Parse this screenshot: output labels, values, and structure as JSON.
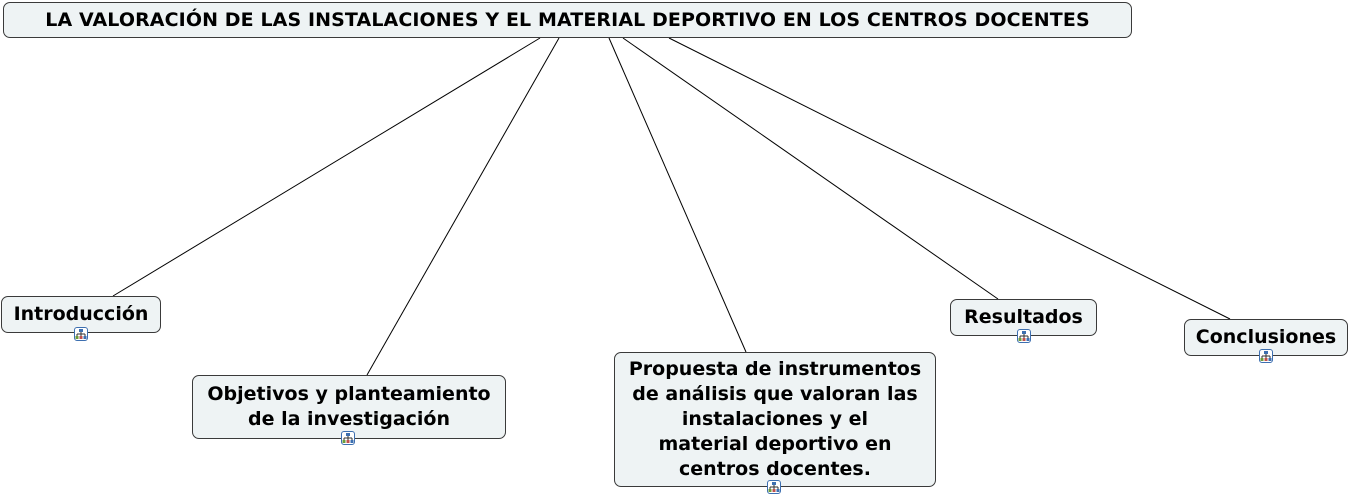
{
  "root": {
    "label": "LA VALORACIÓN DE LAS INSTALACIONES Y EL MATERIAL DEPORTIVO EN LOS CENTROS DOCENTES"
  },
  "children": [
    {
      "id": "introduccion",
      "label": "Introducción",
      "icon": "submap-icon"
    },
    {
      "id": "objetivos",
      "label": "Objetivos y planteamiento de la investigación",
      "lines": [
        "Objetivos y planteamiento",
        "de la investigación"
      ],
      "icon": "submap-icon"
    },
    {
      "id": "propuesta",
      "label": "Propuesta de instrumentos de análisis que valoran las instalaciones y el material deportivo en centros docentes.",
      "lines": [
        "Propuesta de instrumentos",
        "de análisis que valoran las",
        "instalaciones y el",
        "material deportivo en",
        "centros docentes."
      ],
      "icon": "submap-icon"
    },
    {
      "id": "resultados",
      "label": "Resultados",
      "icon": "submap-icon"
    },
    {
      "id": "conclusiones",
      "label": "Conclusiones",
      "icon": "submap-icon"
    }
  ],
  "colors": {
    "node_fill": "#eef3f4",
    "border": "#3a3a3a",
    "icon_border": "#3d6fb0"
  }
}
